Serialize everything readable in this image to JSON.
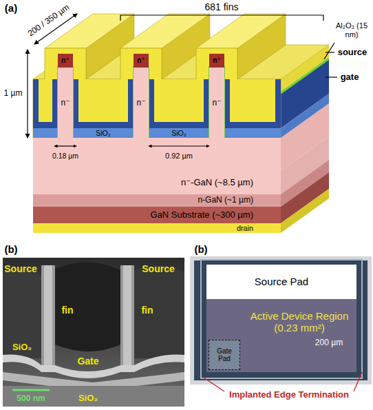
{
  "diagram": {
    "nodes": [
      {
        "text": [
          "n⁻-GaN (~8.5 µm)"
        ]
      },
      {
        "text": [
          "n-GaN (~1 µm)"
        ]
      },
      {
        "text": [
          "GaN Substrate (~300 µm)"
        ]
      },
      {
        "text": [
          "drain"
        ]
      },
      {
        "text": [
          "Source Pad"
        ]
      },
      {
        "text": [
          "Active Device Region (0.23 mm²)"
        ]
      },
      {
        "text": [
          "Gate Pad"
        ]
      }
    ],
    "labels": [
      "(a)",
      "681 fins",
      "200 / 350 µm",
      "1 µm",
      "n⁺",
      "n⁺",
      "n⁺",
      "n⁻",
      "n⁻",
      "n⁻",
      "SiO₂",
      "SiO₂",
      "0.18 µm",
      "0.92 µm",
      "Al₂O₃ (15 nm)",
      "source",
      "gate",
      "(b)",
      "Source",
      "Source",
      "fin",
      "fin",
      "SiO₂",
      "Gate",
      "SiO₂",
      "500 nm",
      "(b)",
      "200 µm",
      "Implanted Edge Termination"
    ]
  }
}
